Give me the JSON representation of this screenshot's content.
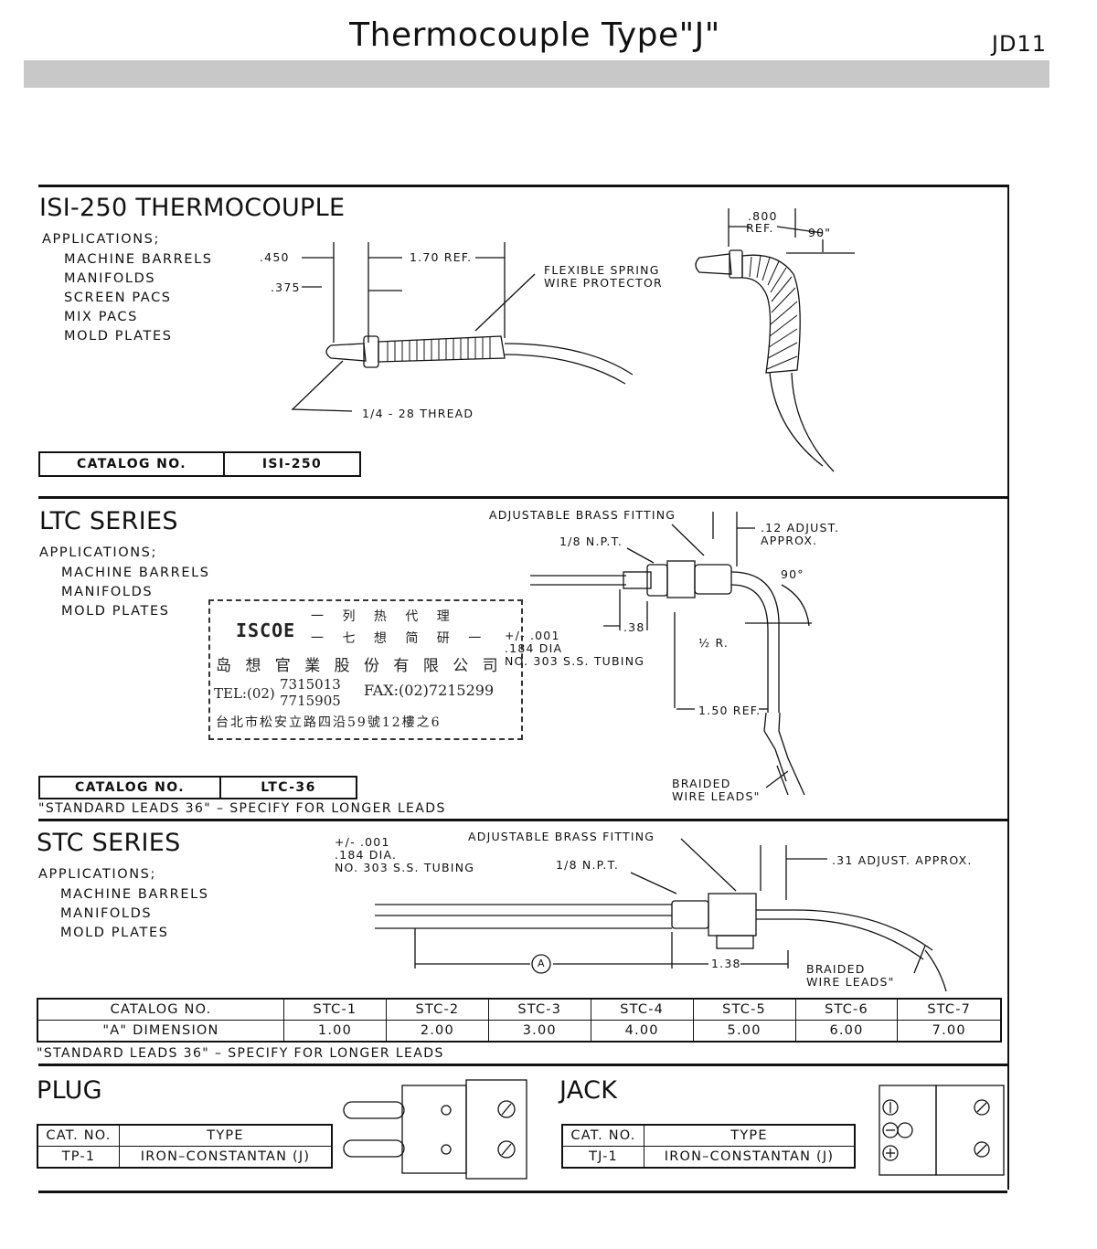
{
  "header": {
    "title": "Thermocouple Type\"J\"",
    "code": "JD11"
  },
  "isi": {
    "title": "ISI-250 THERMOCOUPLE",
    "applications_label": "APPLICATIONS;",
    "applications": [
      "MACHINE BARRELS",
      "MANIFOLDS",
      "SCREEN PACS",
      "MIX PACS",
      "MOLD PLATES"
    ],
    "dims": {
      "d450": ".450",
      "d375": ".375",
      "ref170": "1.70 REF.",
      "thread": "1/4 - 28 THREAD",
      "ref800": ".800",
      "ref800b": "REF.",
      "angle": "90\""
    },
    "flex_label_1": "FLEXIBLE  SPRING",
    "flex_label_2": "WIRE PROTECTOR",
    "catalog_label": "CATALOG NO.",
    "catalog_value": "ISI-250"
  },
  "ltc": {
    "title": "LTC SERIES",
    "applications_label": "APPLICATIONS;",
    "applications": [
      "MACHINE BARRELS",
      "MANIFOLDS",
      "MOLD PLATES"
    ],
    "labels": {
      "fitting": "ADJUSTABLE BRASS FITTING",
      "npt": "1/8 N.P.T.",
      "adjust_1": ".12 ADJUST.",
      "adjust_2": "APPROX.",
      "angle": "90°",
      "d38": ".38",
      "tol": "+/- .001",
      "dia": ".184 DIA",
      "tubing": "NO. 303 S.S. TUBING",
      "radius": "½ R.",
      "ref150": "1.50 REF.",
      "braided_1": "BRAIDED",
      "braided_2": "WIRE LEADS\""
    },
    "stamp": {
      "top": "一 列 热 代 理",
      "logo": "ISCOE",
      "mid": "一 七 想 简 研 一",
      "company": "岛 想 官 業 股 份 有 限 公 司",
      "tel_label": "TEL:(02)",
      "tel_1": "7315013",
      "tel_2": "7715905",
      "fax": "FAX:(02)7215299",
      "address": "台北市松安立路四沿59號12樓之6"
    },
    "catalog_label": "CATALOG NO.",
    "catalog_value": "LTC-36",
    "note": "\"STANDARD LEADS 36\" – SPECIFY FOR LONGER LEADS"
  },
  "stc": {
    "title": "STC SERIES",
    "applications_label": "APPLICATIONS;",
    "applications": [
      "MACHINE BARRELS",
      "MANIFOLDS",
      "MOLD PLATES"
    ],
    "labels": {
      "tol": "+/- .001",
      "dia": ".184 DIA.",
      "tubing": "NO. 303 S.S. TUBING",
      "fitting": "ADJUSTABLE BRASS FITTING",
      "npt": "1/8 N.P.T.",
      "adjust": ".31 ADJUST. APPROX.",
      "dim_a": "A",
      "d138": "1.38",
      "braided_1": "BRAIDED",
      "braided_2": "WIRE LEADS\""
    },
    "table": {
      "header_label": "CATALOG NO.",
      "row_label": "\"A\" DIMENSION",
      "columns": [
        "STC-1",
        "STC-2",
        "STC-3",
        "STC-4",
        "STC-5",
        "STC-6",
        "STC-7"
      ],
      "values": [
        "1.00",
        "2.00",
        "3.00",
        "4.00",
        "5.00",
        "6.00",
        "7.00"
      ]
    },
    "note": "\"STANDARD LEADS 36\" – SPECIFY FOR LONGER LEADS"
  },
  "plug": {
    "title": "PLUG",
    "col_cat": "CAT. NO.",
    "col_type": "TYPE",
    "cat": "TP-1",
    "type": "IRON–CONSTANTAN (J)"
  },
  "jack": {
    "title": "JACK",
    "col_cat": "CAT. NO.",
    "col_type": "TYPE",
    "cat": "TJ-1",
    "type": "IRON–CONSTANTAN (J)"
  }
}
